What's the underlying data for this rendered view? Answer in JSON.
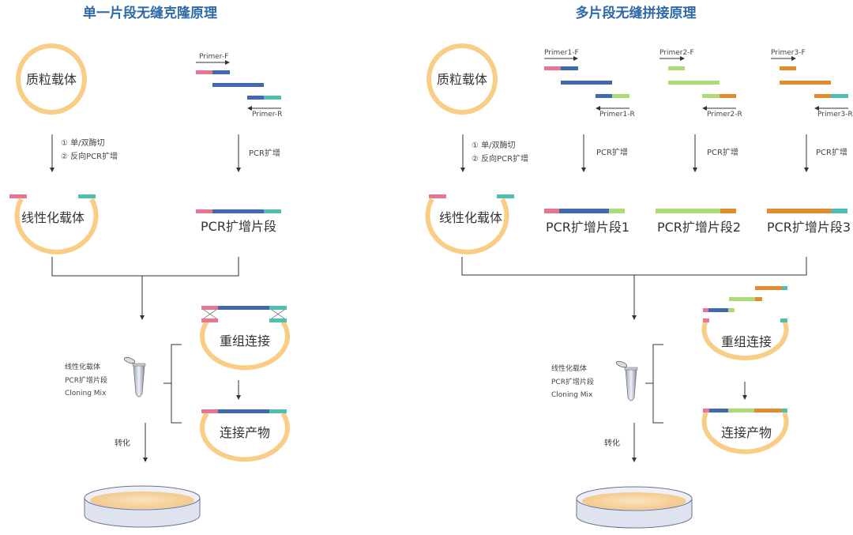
{
  "colors": {
    "ring": "#f9cd86",
    "pink": "#ea7592",
    "blue": "#4169b0",
    "teal": "#4fbfb1",
    "green": "#addb78",
    "orange": "#e38b2f",
    "title": "#2f6aa8"
  },
  "left": {
    "title": "单一片段无缝克隆原理",
    "plasmid": "质粒载体",
    "primer_f": "Primer-F",
    "primer_r": "Primer-R",
    "step1": "① 单/双酶切",
    "step2": "② 反向PCR扩增",
    "pcr": "PCR扩增",
    "linear": "线性化载体",
    "fragment": "PCR扩增片段",
    "recombine": "重组连接",
    "product": "连接产物",
    "mix": [
      "线性化载体",
      "PCR扩增片段",
      "Cloning Mix"
    ],
    "transform": "转化"
  },
  "right": {
    "title": "多片段无缝拼接原理",
    "plasmid": "质粒载体",
    "primers": [
      {
        "f": "Primer1-F",
        "r": "Primer1-R"
      },
      {
        "f": "Primer2-F",
        "r": "Primer2-R"
      },
      {
        "f": "Primer3-F",
        "r": "Primer3-R"
      }
    ],
    "step1": "① 单/双酶切",
    "step2": "② 反向PCR扩增",
    "pcr": "PCR扩增",
    "linear": "线性化载体",
    "fragments": [
      "PCR扩增片段1",
      "PCR扩增片段2",
      "PCR扩增片段3"
    ],
    "recombine": "重组连接",
    "product": "连接产物",
    "mix": [
      "线性化载体",
      "PCR扩增片段",
      "Cloning Mix"
    ],
    "transform": "转化"
  }
}
